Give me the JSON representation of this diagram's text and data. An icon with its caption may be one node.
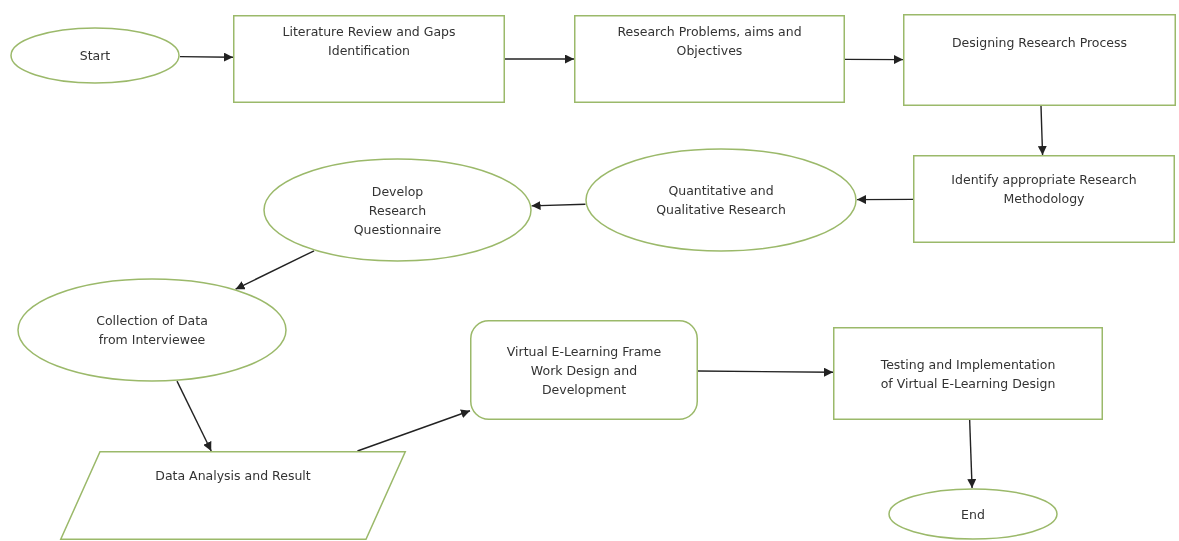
{
  "diagram": {
    "nodes": [
      {
        "text": [
          "Start"
        ]
      },
      {
        "text": [
          "Literature Review and Gaps Identification"
        ]
      },
      {
        "text": [
          "Research Problems, aims and Objectives"
        ]
      },
      {
        "text": [
          "Designing Research Process"
        ]
      },
      {
        "text": [
          "Identify appropriate Research Methodology"
        ]
      },
      {
        "text": [
          "Quantitative and Qualitative Research"
        ]
      },
      {
        "text": [
          "Develop Research Questionnaire"
        ]
      },
      {
        "text": [
          "Collection of Data from Interviewee"
        ]
      },
      {
        "text": [
          "Virtual E-Learning Frame Work Design and Development"
        ]
      },
      {
        "text": [
          "Testing and Implementation of Virtual E-Learning Design"
        ]
      },
      {
        "text": [
          "Data Analysis and Result"
        ]
      },
      {
        "text": [
          "End"
        ]
      }
    ],
    "edges": [
      {
        "from": 0,
        "to": 1,
        "arrow": "to"
      },
      {
        "from": 1,
        "to": 2,
        "arrow": "to"
      },
      {
        "from": 2,
        "to": 3,
        "arrow": "to"
      },
      {
        "from": 3,
        "to": 4,
        "arrow": "to"
      },
      {
        "from": 4,
        "to": 5,
        "arrow": "to"
      },
      {
        "from": 5,
        "to": 6,
        "arrow": "to"
      },
      {
        "from": 6,
        "to": 7,
        "arrow": "to"
      },
      {
        "from": 7,
        "to": 10,
        "arrow": "to"
      },
      {
        "from": 10,
        "to": 8,
        "arrow": "to"
      },
      {
        "from": 8,
        "to": 9,
        "arrow": "to"
      },
      {
        "from": 9,
        "to": 11,
        "arrow": "to"
      }
    ]
  }
}
